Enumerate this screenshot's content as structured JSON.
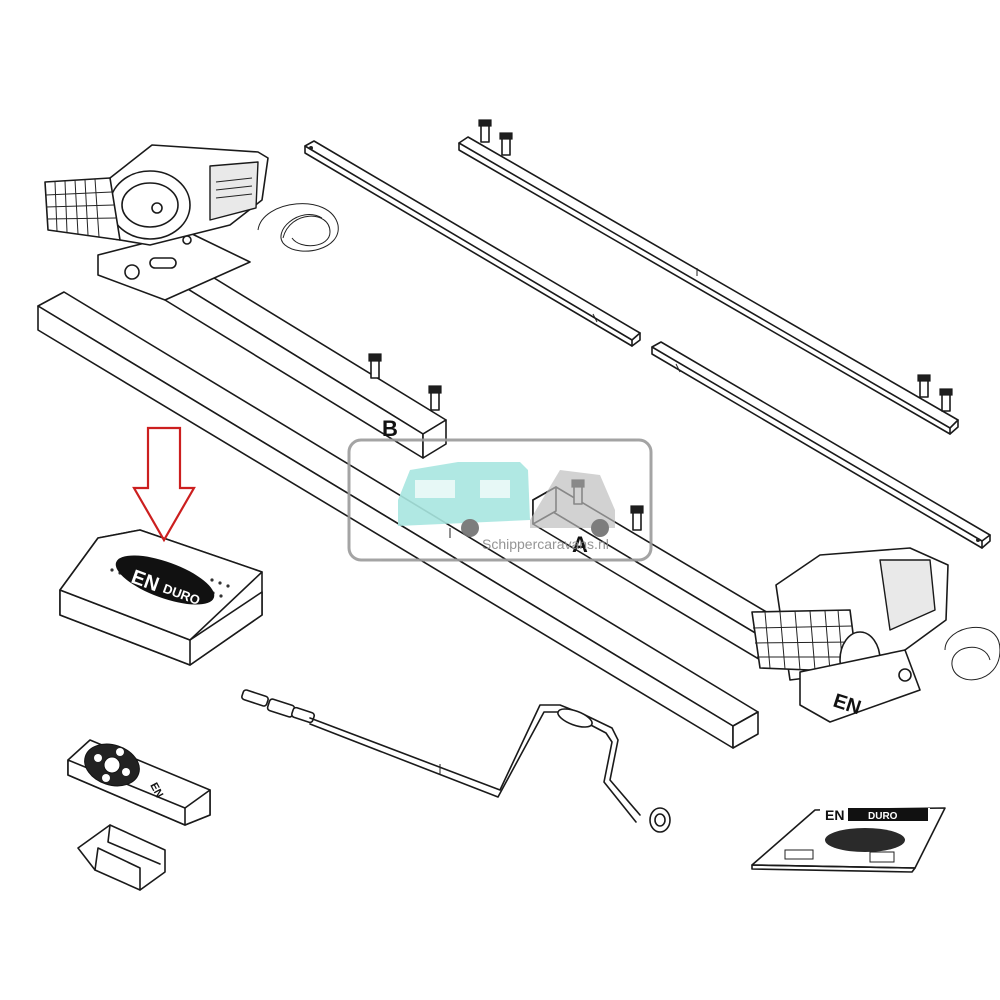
{
  "labels": {
    "part_b": "B",
    "part_a": "A"
  },
  "branding": {
    "en": "EN",
    "duro": "DURO",
    "en_short": "EN"
  },
  "watermark": {
    "text": "Schippercaravans.nl",
    "caravan_color": "#a8e6e0",
    "frame_color": "#9a9a9a"
  },
  "indicator": {
    "arrow_color": "#cc1f1f"
  },
  "icons": {
    "arrow": "down-arrow-icon",
    "caravan": "caravan-icon"
  }
}
